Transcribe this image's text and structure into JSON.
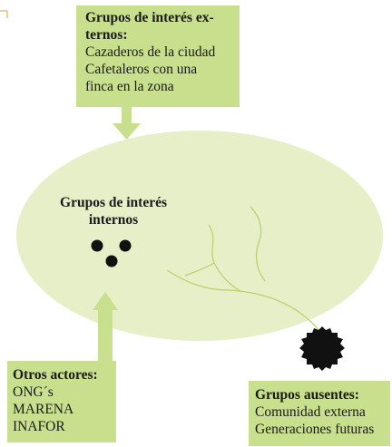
{
  "external_box": {
    "title": "Grupos de interés ex-\nternos:",
    "lines": [
      "Cazaderos de la ciudad",
      "Cafetaleros con una",
      "finca en la zona"
    ]
  },
  "internal": {
    "title": "Grupos de interés internos"
  },
  "others_box": {
    "title": "Otros actores:",
    "lines": [
      "ONG´s",
      "MARENA",
      "INAFOR"
    ]
  },
  "absent_box": {
    "title": "Grupos ausentes:",
    "lines": [
      "Comunidad externa",
      "Generaciones futuras"
    ]
  },
  "colors": {
    "box_fill": "#c8df8e",
    "ellipse_fill": "#e6efc7",
    "arrow_fill": "#c8df8e",
    "root_stroke": "#b9d36e",
    "dot_fill": "#111111"
  }
}
